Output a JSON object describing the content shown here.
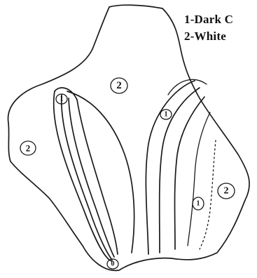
{
  "legend": [
    {
      "text": "1-Dark C"
    },
    {
      "text": "2-White"
    }
  ],
  "labels": [
    {
      "id": "area-2-top",
      "text": "2"
    },
    {
      "id": "area-2-left",
      "text": "2"
    },
    {
      "id": "area-2-right",
      "text": "2"
    },
    {
      "id": "band-1-upper-left",
      "text": "1"
    },
    {
      "id": "band-1-upper-right",
      "text": "1"
    },
    {
      "id": "band-1-lower-right",
      "text": "1"
    },
    {
      "id": "band-1-bottom",
      "text": "0"
    }
  ]
}
